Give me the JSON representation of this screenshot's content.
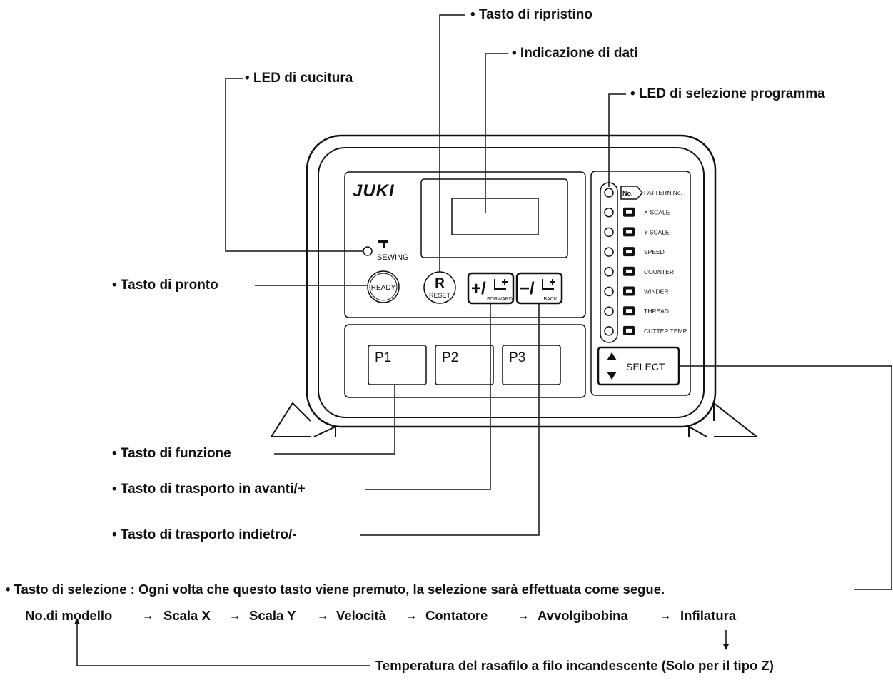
{
  "brand": "JUKI",
  "callouts": {
    "reset_key": "• Tasto di ripristino",
    "data_display": "• Indicazione di dati",
    "sewing_led": "• LED di cucitura",
    "program_led": "• LED di selezione programma",
    "ready_key": "• Tasto di pronto",
    "function_key": "• Tasto di funzione",
    "forward_key": "• Tasto di trasporto in avanti/+",
    "back_key": "• Tasto di trasporto indietro/-",
    "select_key": "• Tasto di selezione : Ogni volta che questo tasto viene premuto, la selezione sarà effettuata come segue."
  },
  "sequence": {
    "items": [
      "No.di modello",
      "Scala X",
      "Scala Y",
      "Velocità",
      "Contatore",
      "Avvolgibobina",
      "Infilatura"
    ],
    "arrow": "→",
    "last": "Temperatura del rasafilo a filo incandescente (Solo per il tipo Z)"
  },
  "panel": {
    "sewing_label": "SEWING",
    "ready_label": "READY",
    "reset_letter": "R",
    "reset_label": "RESET",
    "forward_symbol": "+/",
    "forward_label": "FORWARD",
    "back_symbol": "−/",
    "back_label": "BACK",
    "function_keys": [
      "P1",
      "P2",
      "P3"
    ],
    "select_label": "SELECT",
    "program_items": [
      {
        "label": "PATTERN No.",
        "icon": "pattern-no-icon",
        "icon_text": "No."
      },
      {
        "label": "X-SCALE",
        "icon": "x-scale-icon"
      },
      {
        "label": "Y-SCALE",
        "icon": "y-scale-icon"
      },
      {
        "label": "SPEED",
        "icon": "speed-icon"
      },
      {
        "label": "COUNTER",
        "icon": "counter-icon"
      },
      {
        "label": "WINDER",
        "icon": "winder-icon"
      },
      {
        "label": "THREAD",
        "icon": "thread-icon"
      },
      {
        "label": "CUTTER TEMP.",
        "icon": "cutter-temp-icon"
      }
    ]
  }
}
